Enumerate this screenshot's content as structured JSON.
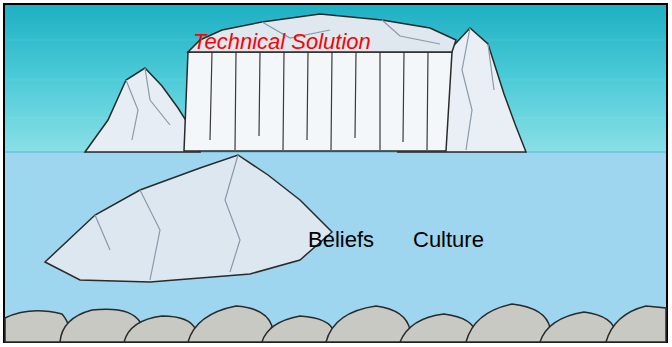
{
  "diagram": {
    "labels": [
      "Technical Solution",
      "Beliefs",
      "Culture"
    ]
  }
}
